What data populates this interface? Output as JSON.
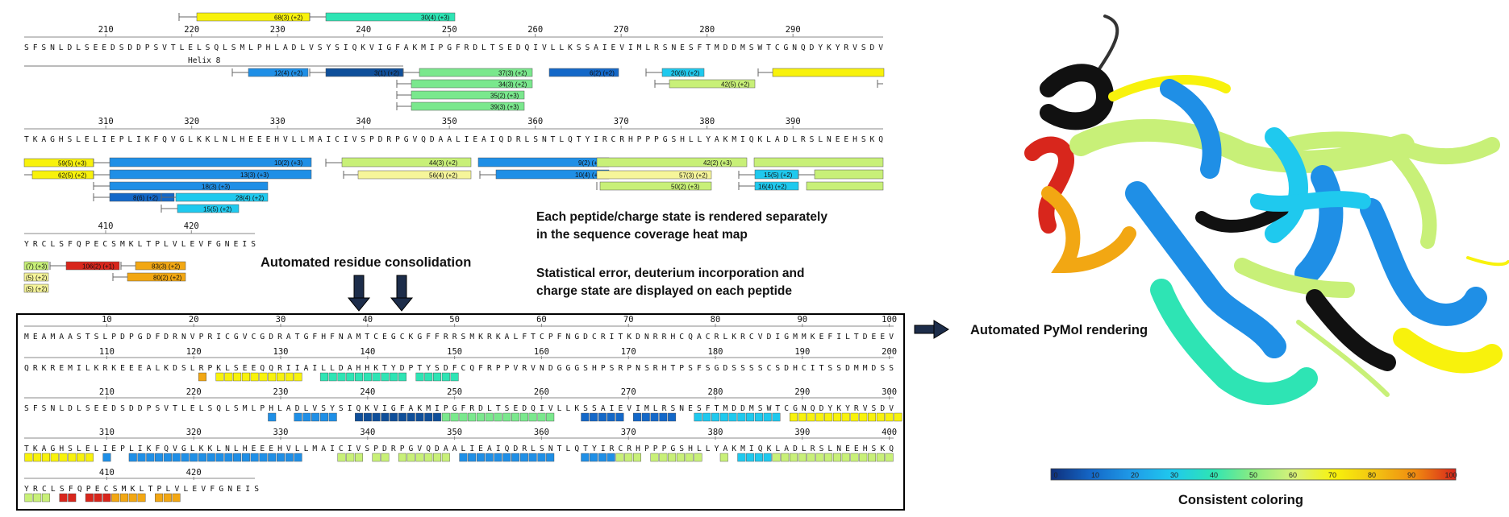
{
  "colors": {
    "black": "#111111",
    "red": "#d8261c",
    "orange": "#f2a713",
    "yellow": "#f8f20c",
    "paleyellow": "#f6f59a",
    "lime": "#c8f078",
    "green": "#7ae88d",
    "teal": "#2ee4b4",
    "cyan": "#1fc9ee",
    "blue": "#1f8fe6",
    "medblue": "#1468c8",
    "navy": "#0f4f9a"
  },
  "top_panel": {
    "rows": [
      {
        "id": "row_top1",
        "seq": "SFSNLDLSEEDSDDPSVTLELSQLSMLPHLADLVSYSIQKVIGFAKMIPGFRDLTSEDQIVLLKSSAIEVIMLRSNESFTMDDMSWTCGNQDYKYRVSDV",
        "ticks": [
          "210",
          "220",
          "230",
          "240",
          "250",
          "260",
          "270",
          "280",
          "290"
        ]
      },
      {
        "id": "row_top2",
        "seq": "TKAGHSLELIEPLIKFQVGLKKLNLHEEEHVLLMAICIVSPDRPGVQDAALIEAIQDRLSNTLQTYIRCRHPPPGSHLLYAKMIQKLADLRSLNEEHSKQ",
        "ticks": [
          "310",
          "320",
          "330",
          "340",
          "350",
          "360",
          "370",
          "380",
          "390"
        ]
      },
      {
        "id": "row_top3",
        "seq": "YRCLSFQPECSMKLTPLVLEVFGNEIS",
        "ticks": [
          "410",
          "420"
        ]
      }
    ],
    "helix_label": "Helix 8",
    "peptides_above": [
      {
        "label": "68(3) (+2)",
        "color": "yellow"
      },
      {
        "label": "30(4) (+3)",
        "color": "teal"
      }
    ],
    "peptides_row1": [
      {
        "label": "12(4) (+2)",
        "color": "blue"
      },
      {
        "label": "3(1) (+2)",
        "color": "navy"
      },
      {
        "label": "37(3) (+2)",
        "color": "green"
      },
      {
        "label": "6(2) (+2)",
        "color": "medblue"
      },
      {
        "label": "20(6) (+2)",
        "color": "cyan"
      },
      {
        "label": "",
        "color": "yellow"
      },
      {
        "label": "34(3) (+2)",
        "color": "green"
      },
      {
        "label": "42(5) (+2)",
        "color": "lime"
      },
      {
        "label": "35(2) (+3)",
        "color": "green"
      },
      {
        "label": "39(3) (+3)",
        "color": "green"
      }
    ],
    "peptides_row2": [
      {
        "label": "59(5) (+3)",
        "color": "yellow"
      },
      {
        "label": "62(5) (+2)",
        "color": "yellow"
      },
      {
        "label": "10(2) (+3)",
        "color": "blue"
      },
      {
        "label": "13(3) (+3)",
        "color": "blue"
      },
      {
        "label": "18(3) (+3)",
        "color": "blue"
      },
      {
        "label": "8(6) (+2)",
        "color": "medblue"
      },
      {
        "label": "28(4) (+2)",
        "color": "cyan"
      },
      {
        "label": "15(5) (+2)",
        "color": "cyan"
      },
      {
        "label": "44(3) (+2)",
        "color": "lime"
      },
      {
        "label": "56(4) (+2)",
        "color": "paleyellow"
      },
      {
        "label": "9(2) (+2)",
        "color": "blue"
      },
      {
        "label": "10(4) (+2)",
        "color": "blue"
      },
      {
        "label": "42(2) (+3)",
        "color": "lime"
      },
      {
        "label": "57(3) (+2)",
        "color": "paleyellow"
      },
      {
        "label": "50(2) (+3)",
        "color": "lime"
      },
      {
        "label": "",
        "color": "lime"
      },
      {
        "label": "15(5) (+2)",
        "color": "cyan"
      },
      {
        "label": "16(4) (+2)",
        "color": "cyan"
      },
      {
        "label": "",
        "color": "lime"
      },
      {
        "label": "",
        "color": "lime"
      }
    ],
    "peptides_row3": [
      {
        "label": "(7) (+3)",
        "color": "lime"
      },
      {
        "label": "(5) (+2)",
        "color": "paleyellow"
      },
      {
        "label": "(5) (+2)",
        "color": "paleyellow"
      },
      {
        "label": "106(2) (+1)",
        "color": "red"
      },
      {
        "label": "83(3) (+2)",
        "color": "orange"
      },
      {
        "label": "80(2) (+2)",
        "color": "orange"
      }
    ]
  },
  "annotations": {
    "consolidation": "Automated residue consolidation",
    "note1_line1": "Each peptide/charge state is rendered separately",
    "note1_line2": "in the sequence coverage heat map",
    "note2_line1": "Statistical error, deuterium incorporation and",
    "note2_line2": "charge state are displayed on each peptide",
    "pymol": "Automated PyMol rendering",
    "coloring": "Consistent coloring"
  },
  "bottom_panel": {
    "rows": [
      {
        "id": "b1",
        "seq": "MEAMAASTSLPDPGDFDRNVPRICGVCGDRATGFHFNAMTCEGCKGFFRRSMKRKALFTCPFNGDCRITKDNRRHCQACRLKRCVDIGMMKEFILTDEEV",
        "ticks": [
          "10",
          "20",
          "30",
          "40",
          "50",
          "60",
          "70",
          "80",
          "90",
          "100"
        ]
      },
      {
        "id": "b2",
        "seq": "QRKREMILKRKEEEALKDSLRPKLSEEQQRIIAILLDAHHKTYDPTYSDFCQFRPPVRVNDGGGSHPSRPNSRHTPSFSGDSSSSCSDHCITSSDMMDSS",
        "ticks": [
          "110",
          "120",
          "130",
          "140",
          "150",
          "160",
          "170",
          "180",
          "190",
          "200"
        ]
      },
      {
        "id": "b3",
        "seq": "SFSNLDLSEEDSDDPSVTLELSQLSMLPHLADLVSYSIQKVIGFAKMIPGFRDLTSEDQIVLLKSSAIEVIMLRSNESFTMDDMSWTCGNQDYKYRVSDV",
        "ticks": [
          "210",
          "220",
          "230",
          "240",
          "250",
          "260",
          "270",
          "280",
          "290",
          "300"
        ]
      },
      {
        "id": "b4",
        "seq": "TKAGHSLELIEPLIKFQVGLKKLNLHEEEHVLLMAICIVSPDRPGVQDAALIEAIQDRLSNTLQTYIRCRHPPPGSHLLYAKMIQKLADLRSLNEEHSKQ",
        "ticks": [
          "310",
          "320",
          "330",
          "340",
          "350",
          "360",
          "370",
          "380",
          "390",
          "400"
        ]
      },
      {
        "id": "b5",
        "seq": "YRCLSFQPECSMKLTPLVLEVFGNEIS",
        "ticks": [
          "410",
          "420"
        ]
      }
    ]
  },
  "colorbar": {
    "ticks": [
      "0",
      "10",
      "20",
      "30",
      "40",
      "50",
      "60",
      "70",
      "80",
      "90",
      "100"
    ],
    "stops": [
      "#0f2f7a",
      "#1468c8",
      "#1f9be8",
      "#1fc9ee",
      "#2ee4b4",
      "#8cec80",
      "#d8f27a",
      "#f8f20c",
      "#f2c412",
      "#f08a10",
      "#d8261c"
    ]
  }
}
